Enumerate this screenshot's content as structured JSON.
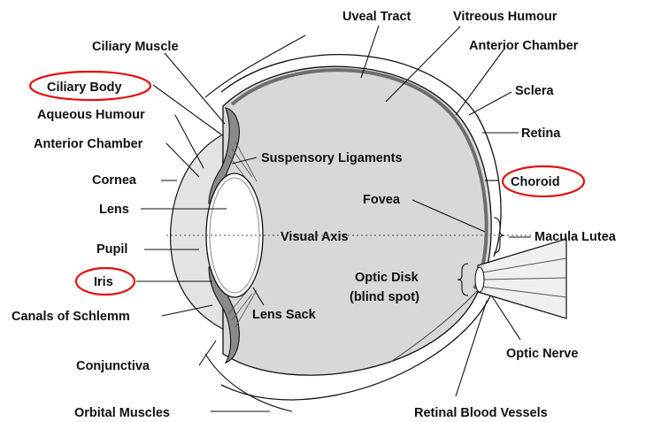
{
  "labels": {
    "uveal_tract": "Uveal Tract",
    "vitreous_humour": "Vitreous Humour",
    "anterior_chamber_top": "Anterior Chamber",
    "ciliary_muscle": "Ciliary Muscle",
    "ciliary_body": "Ciliary Body",
    "aqueous_humour": "Aqueous Humour",
    "anterior_chamber_left": "Anterior Chamber",
    "sclera": "Sclera",
    "retina": "Retina",
    "suspensory_ligaments": "Suspensory Ligaments",
    "cornea": "Cornea",
    "choroid": "Choroid",
    "fovea": "Fovea",
    "lens": "Lens",
    "visual_axis": "Visual Axis",
    "macula_lutea": "Macula Lutea",
    "pupil": "Pupil",
    "iris": "Iris",
    "optic_disk_1": "Optic Disk",
    "optic_disk_2": "(blind spot)",
    "canals_of_schlemm": "Canals of Schlemm",
    "lens_sack": "Lens Sack",
    "optic_nerve": "Optic Nerve",
    "conjunctiva": "Conjunctiva",
    "orbital_muscles": "Orbital Muscles",
    "retinal_blood_vessels": "Retinal Blood Vessels"
  },
  "highlighted": [
    "Ciliary Body",
    "Iris",
    "Choroid"
  ],
  "colors": {
    "eyeball_fill": "#d8d8d8",
    "lens_fill": "#ffffff",
    "highlight_ring": "#e01010",
    "ciliary_fill": "#8a8a8a",
    "choroid_stroke": "#6e6e6e"
  }
}
